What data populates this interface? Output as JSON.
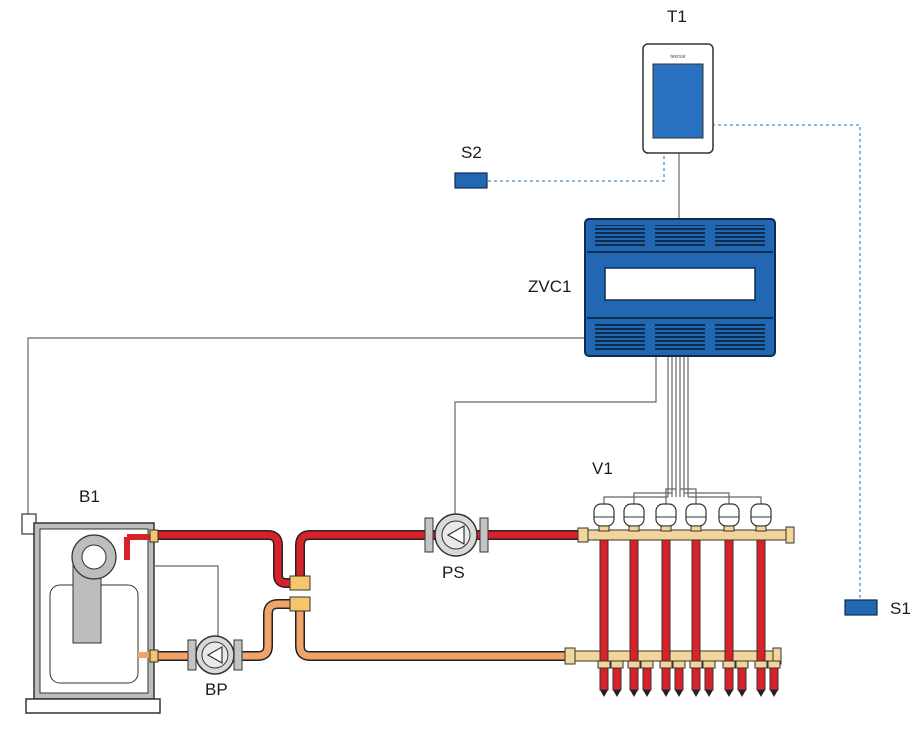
{
  "labels": {
    "thermostat": "T1",
    "sensor_outdoor": "S2",
    "sensor_remote": "S1",
    "controller": "ZVC1",
    "boiler": "B1",
    "boiler_pump": "BP",
    "system_pump": "PS",
    "valves": "V1"
  },
  "thermostat_brand": "tekmar",
  "colors": {
    "supply": "#d8222a",
    "return": "#f0a36a",
    "controller": "#2167b1",
    "screen": "#2a72c0",
    "brass": "#f3d49a",
    "wire": "#555555",
    "sensor_wire": "#4a90c8"
  },
  "actuator_count": 6,
  "manifold_loops": 6
}
